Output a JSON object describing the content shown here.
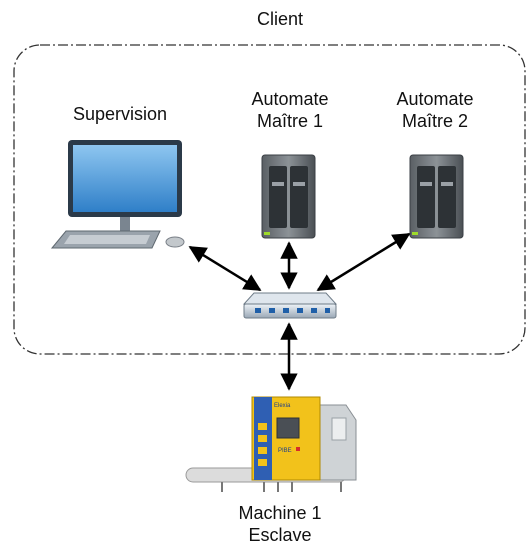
{
  "diagram": {
    "client_label": "Client",
    "supervision_label": "Supervision",
    "master1_label": "Automate\nMaître 1",
    "master2_label": "Automate\nMaître 2",
    "machine_label": "Machine 1\nEsclave"
  },
  "device_texts": {
    "machine_brand": "Elexia",
    "machine_tag": "PIBE"
  },
  "icons": [
    "desktop-computer-icon",
    "plc-cabinet-icon",
    "network-switch-icon",
    "industrial-machine-icon"
  ]
}
